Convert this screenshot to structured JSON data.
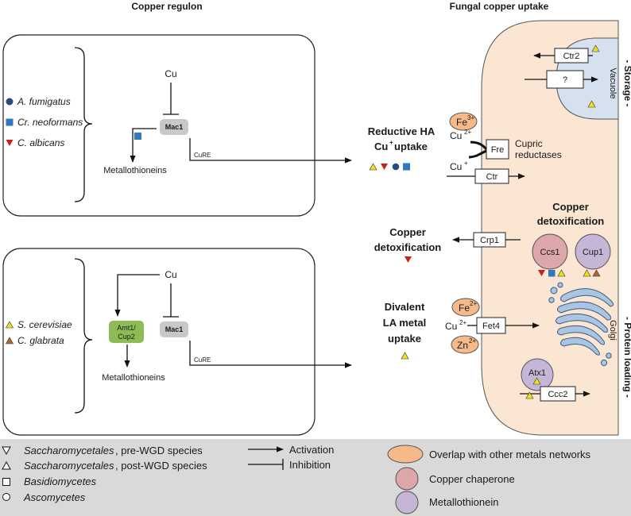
{
  "headers": {
    "copper_regulon": "Copper regulon",
    "fungal_copper_uptake": "Fungal copper uptake"
  },
  "panel_top": {
    "species": [
      "A. fumigatus",
      "Cr. neoformans",
      "C. albicans"
    ],
    "cu_label": "Cu",
    "mac1_label": "Mac1",
    "cure_label": "CuRE",
    "metallothioneins_label": "Metallothioneins"
  },
  "panel_bottom": {
    "species": [
      "S. cerevisiae",
      "C. glabrata"
    ],
    "cu_label": "Cu",
    "amt1_label_1": "Amt1/",
    "amt1_label_2": "Cup2",
    "mac1_label": "Mac1",
    "cure_label": "CuRE",
    "metallothioneins_label": "Metallothioneins"
  },
  "middle": {
    "reductive_1": "Reductive HA",
    "reductive_2": "Cu",
    "reductive_sup": "+",
    "reductive_3": " uptake",
    "detox_1": "Copper",
    "detox_2": "detoxification",
    "divalent_1": "Divalent",
    "divalent_2": "LA metal",
    "divalent_3": "uptake"
  },
  "cell": {
    "ctr2": "Ctr2",
    "unknown_transporter": "?",
    "vacuole": "Vacuole",
    "fe3": "Fe",
    "fe3_sup": "3+",
    "cu2": "Cu",
    "cu2_sup": "2+",
    "fre": "Fre",
    "cupric_reductases_1": "Cupric",
    "cupric_reductases_2": "reductases",
    "cu1": "Cu",
    "cu1_sup": "+",
    "ctr": "Ctr",
    "crp1": "Crp1",
    "copper_detox_1": "Copper",
    "copper_detox_2": "detoxification",
    "ccs1": "Ccs1",
    "cup1": "Cup1",
    "fe2": "Fe",
    "fe2_sup": "2+",
    "cu2_b": "Cu",
    "cu2_b_sup": "2+",
    "zn2": "Zn",
    "zn2_sup": "2+",
    "fet4": "Fet4",
    "golgi": "Golgi",
    "atx1": "Atx1",
    "ccc2": "Ccc2"
  },
  "side_labels": {
    "storage": "- Storage -",
    "protein_loading": "- Protein loading -"
  },
  "legend": {
    "pre_wgd_1": "Saccharomycetales",
    "pre_wgd_2": ", pre-WGD species",
    "post_wgd_1": "Saccharomycetales",
    "post_wgd_2": ", post-WGD species",
    "basidiomycetes": "Basidiomycetes",
    "ascomycetes": "Ascomycetes",
    "activation": "Activation",
    "inhibition": "Inhibition",
    "overlap": "Overlap with other metals networks",
    "chaperone": "Copper chaperone",
    "metallothionein": "Metallothionein"
  },
  "colors": {
    "a_fumigatus": "#2a4a7e",
    "cr_neoformans": "#2f79c0",
    "c_albicans": "#c8201e",
    "s_cerevisiae": "#f2e11a",
    "c_glabrata": "#b8622e",
    "mac1_box": "#c8c8c8",
    "amt1_box": "#8dbb55",
    "cell_fill": "#fbe5d3",
    "vacuole_fill": "#d6e1ef",
    "overlap_fill": "#f6b98a",
    "chaperone_fill": "#dca6aa",
    "metallothionein_fill": "#c5b6d8",
    "golgi_fill": "#a9c5e2",
    "legend_bg": "#d9d9d9"
  }
}
